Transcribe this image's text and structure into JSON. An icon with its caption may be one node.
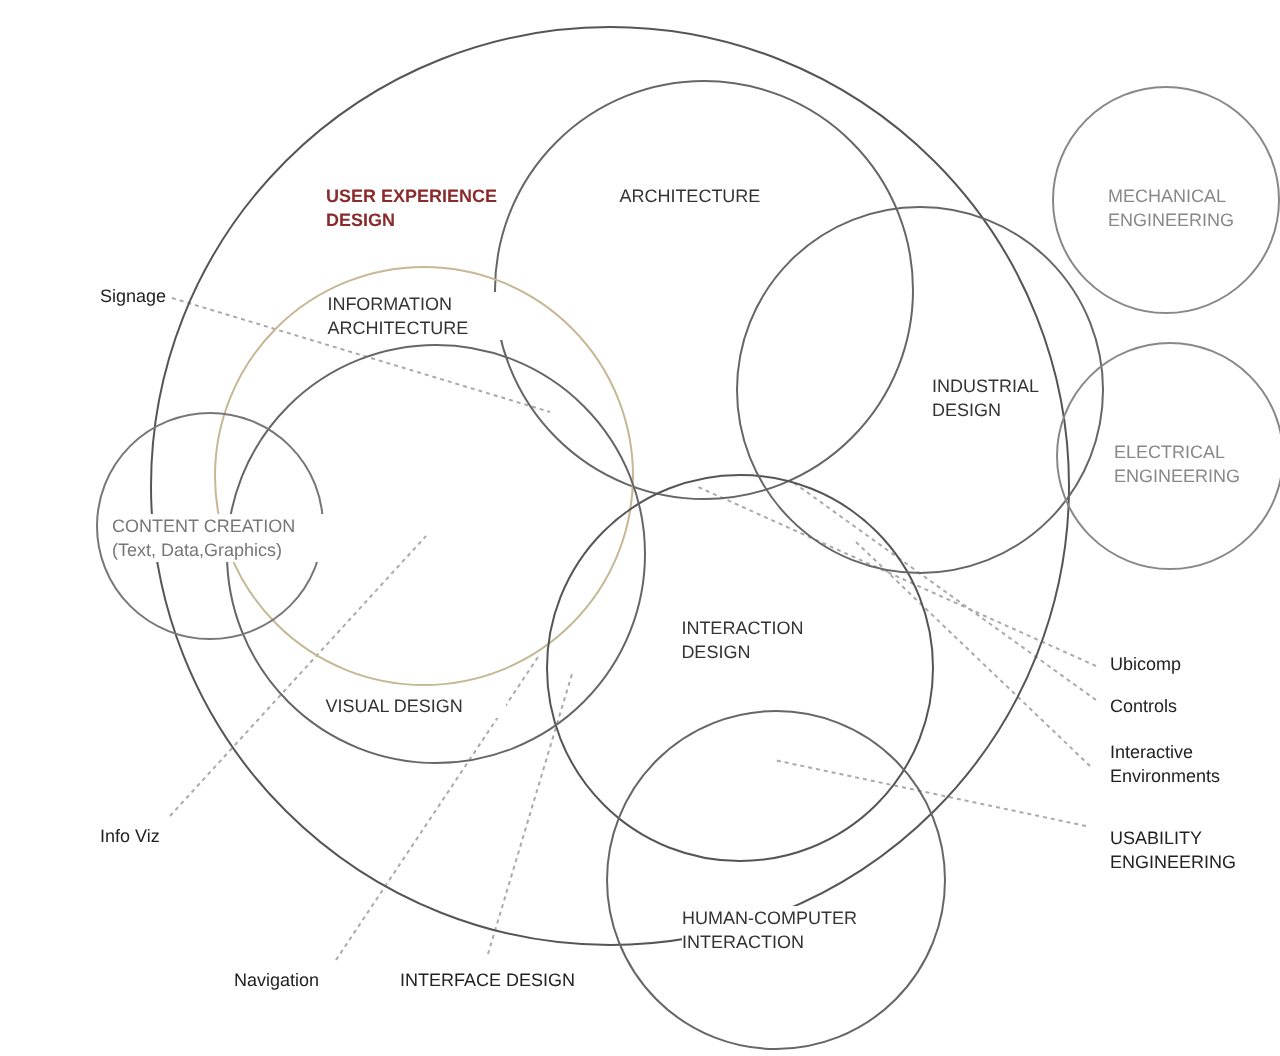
{
  "diagram": {
    "nodes": [
      {
        "text": [
          "USER EXPERIENCE DESIGN"
        ]
      },
      {
        "text": [
          "ARCHITECTURE"
        ],
        "in": 0
      },
      {
        "text": [
          "MECHANICAL ENGINEERING"
        ]
      },
      {
        "text": [
          "INDUSTRIAL DESIGN"
        ]
      },
      {
        "text": [
          "INFORMATION ARCHITECTURE"
        ],
        "in": 0
      },
      {
        "text": [
          "ELECTRICAL ENGINEERING"
        ]
      },
      {
        "text": [
          "CONTENT CREATION",
          "(Text, Data,Graphics)"
        ]
      },
      {
        "text": [
          "INTERACTION DESIGN"
        ],
        "in": 0
      },
      {
        "text": [
          "VISUAL DESIGN"
        ],
        "in": 0
      },
      {
        "text": [
          "HUMAN-COMPUTER INTERACTION"
        ]
      },
      {
        "text": [
          "Signage"
        ]
      },
      {
        "text": [
          "Ubicomp"
        ]
      },
      {
        "text": [
          "Controls"
        ]
      },
      {
        "text": [
          "Interactive Environments"
        ]
      },
      {
        "text": [
          "USABILITY ENGINEERING"
        ]
      },
      {
        "text": [
          "Info Viz"
        ]
      },
      {
        "text": [
          "Navigation"
        ]
      },
      {
        "text": [
          "INTERFACE DESIGN"
        ]
      }
    ],
    "edges": [
      {
        "from": 10,
        "to": 1,
        "arrow": "none",
        "style": "dashed"
      },
      {
        "from": 11,
        "to": 7,
        "arrow": "none",
        "style": "dashed"
      },
      {
        "from": 12,
        "to": 3,
        "arrow": "none",
        "style": "dashed"
      },
      {
        "from": 13,
        "to": 3,
        "arrow": "none",
        "style": "dashed"
      },
      {
        "from": 14,
        "to": 9,
        "arrow": "none",
        "style": "dashed"
      },
      {
        "from": 15,
        "to": 4,
        "arrow": "none",
        "style": "dashed"
      },
      {
        "from": 16,
        "to": 4,
        "arrow": "none",
        "style": "dashed"
      },
      {
        "from": 17,
        "to": 7,
        "arrow": "none",
        "style": "dashed"
      }
    ]
  }
}
